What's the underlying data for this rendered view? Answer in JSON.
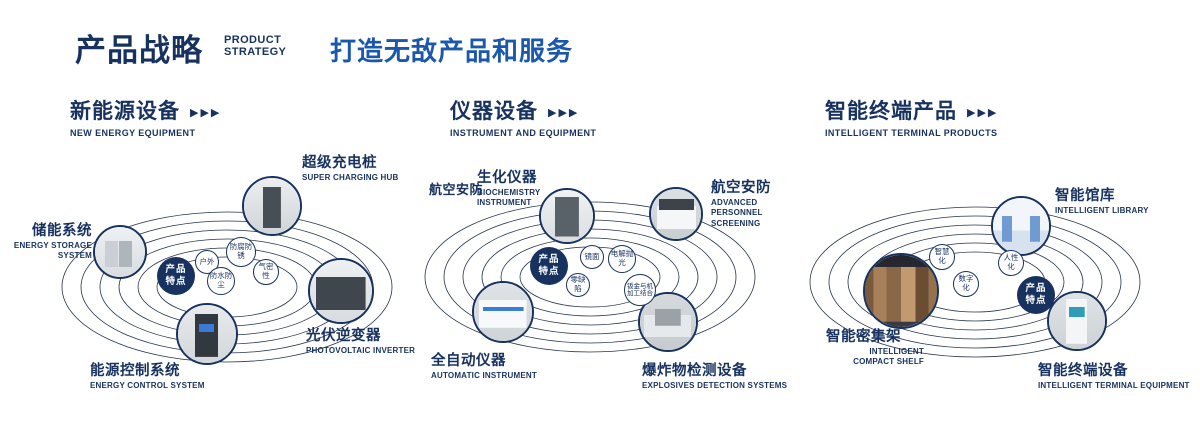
{
  "colors": {
    "navy": "#17325f",
    "blue": "#1A57AD"
  },
  "header": {
    "title": "产品战略",
    "subtitle_line1": "PRODUCT",
    "subtitle_line2": "STRATEGY",
    "tagline": "打造无敌产品和服务"
  },
  "sections": [
    {
      "title": "新能源设备",
      "title_en": "NEW ENERGY EQUIPMENT",
      "arrows_icon": "▶▶▶",
      "center_label_line1": "产品",
      "center_label_line2": "特点",
      "features": [
        "户外",
        "防腐防锈",
        "防水防尘",
        "气密性"
      ],
      "items": [
        {
          "label": "储能系统",
          "label_en": "ENERGY STORAGE SYSTEM"
        },
        {
          "label": "超级充电桩",
          "label_en": "SUPER CHARGING HUB"
        },
        {
          "label": "光伏逆变器",
          "label_en": "PHOTOVOLTAIC INVERTER"
        },
        {
          "label": "能源控制系统",
          "label_en": "ENERGY CONTROL SYSTEM"
        }
      ]
    },
    {
      "title": "仪器设备",
      "title_en": "INSTRUMENT AND EQUIPMENT",
      "arrows_icon": "▶▶▶",
      "center_label_line1": "产品",
      "center_label_line2": "特点",
      "extra_label": "航空安防",
      "features": [
        "镜面",
        "电解抛光",
        "零缺陷",
        "钣金与机加工结合"
      ],
      "items": [
        {
          "label": "生化仪器",
          "label_en": "BIOCHEMISTRY INSTRUMENT"
        },
        {
          "label": "航空安防",
          "label_en": "ADVANCED PERSONNEL SCREENING"
        },
        {
          "label": "全自动仪器",
          "label_en": "AUTOMATIC INSTRUMENT"
        },
        {
          "label": "爆炸物检测设备",
          "label_en": "EXPLOSIVES DETECTION SYSTEMS"
        }
      ]
    },
    {
      "title": "智能终端产品",
      "title_en": "INTELLIGENT TERMINAL PRODUCTS",
      "arrows_icon": "▶▶▶",
      "center_label_line1": "产品",
      "center_label_line2": "特点",
      "features": [
        "智慧化",
        "人性化",
        "数字化"
      ],
      "items": [
        {
          "label": "智能馆库",
          "label_en": "INTELLIGENT LIBRARY"
        },
        {
          "label": "智能密集架",
          "label_en": "INTELLIGENT COMPACT SHELF"
        },
        {
          "label": "智能终端设备",
          "label_en": "INTELLIGENT TERMINAL EQUIPMENT"
        }
      ]
    }
  ]
}
